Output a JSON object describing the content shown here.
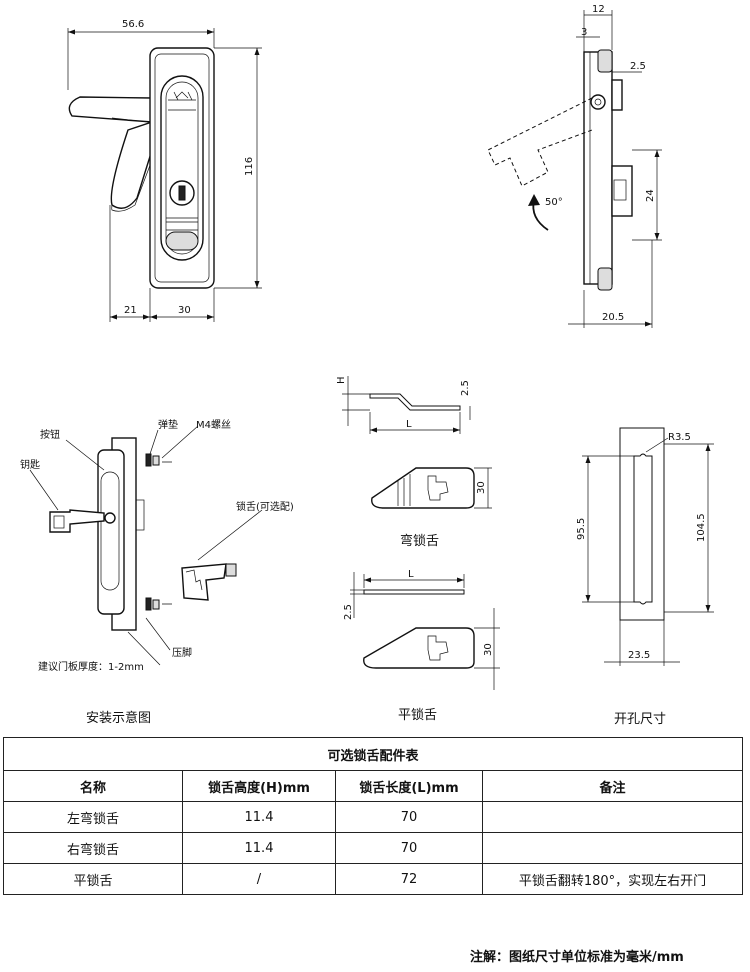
{
  "top_left": {
    "dims": {
      "width": "56.6",
      "height": "116",
      "offset": "21",
      "body_width": "30"
    }
  },
  "top_right": {
    "dims": {
      "top": "12",
      "step": "3",
      "gap": "2.5",
      "stroke": "24",
      "depth": "20.5",
      "angle": "50°"
    }
  },
  "install": {
    "caption": "安装示意图",
    "labels": {
      "button": "按钮",
      "key": "钥匙",
      "spring_washer": "弹垫",
      "screw": "M4螺丝",
      "tongue_optional": "锁舌(可选配)",
      "clamp": "压脚",
      "panel_thickness": "建议门板厚度：1-2mm"
    }
  },
  "tongues": {
    "bent_caption": "弯锁舌",
    "flat_caption": "平锁舌",
    "bent_dims": {
      "h": "H",
      "t": "2.5",
      "l": "L",
      "w": "30"
    },
    "flat_dims": {
      "l": "L",
      "t": "2.5",
      "w": "30"
    }
  },
  "cutout": {
    "caption": "开孔尺寸",
    "dims": {
      "radius": "R3.5",
      "inner_h": "95.5",
      "outer_h": "104.5",
      "width": "23.5"
    }
  },
  "table": {
    "title": "可选锁舌配件表",
    "headers": [
      "名称",
      "锁舌高度(H)mm",
      "锁舌长度(L)mm",
      "备注"
    ],
    "rows": [
      [
        "左弯锁舌",
        "11.4",
        "70",
        ""
      ],
      [
        "右弯锁舌",
        "11.4",
        "70",
        ""
      ],
      [
        "平锁舌",
        "/",
        "72",
        "平锁舌翻转180°，实现左右开门"
      ]
    ]
  },
  "note": "注解：图纸尺寸单位标准为毫米/mm"
}
